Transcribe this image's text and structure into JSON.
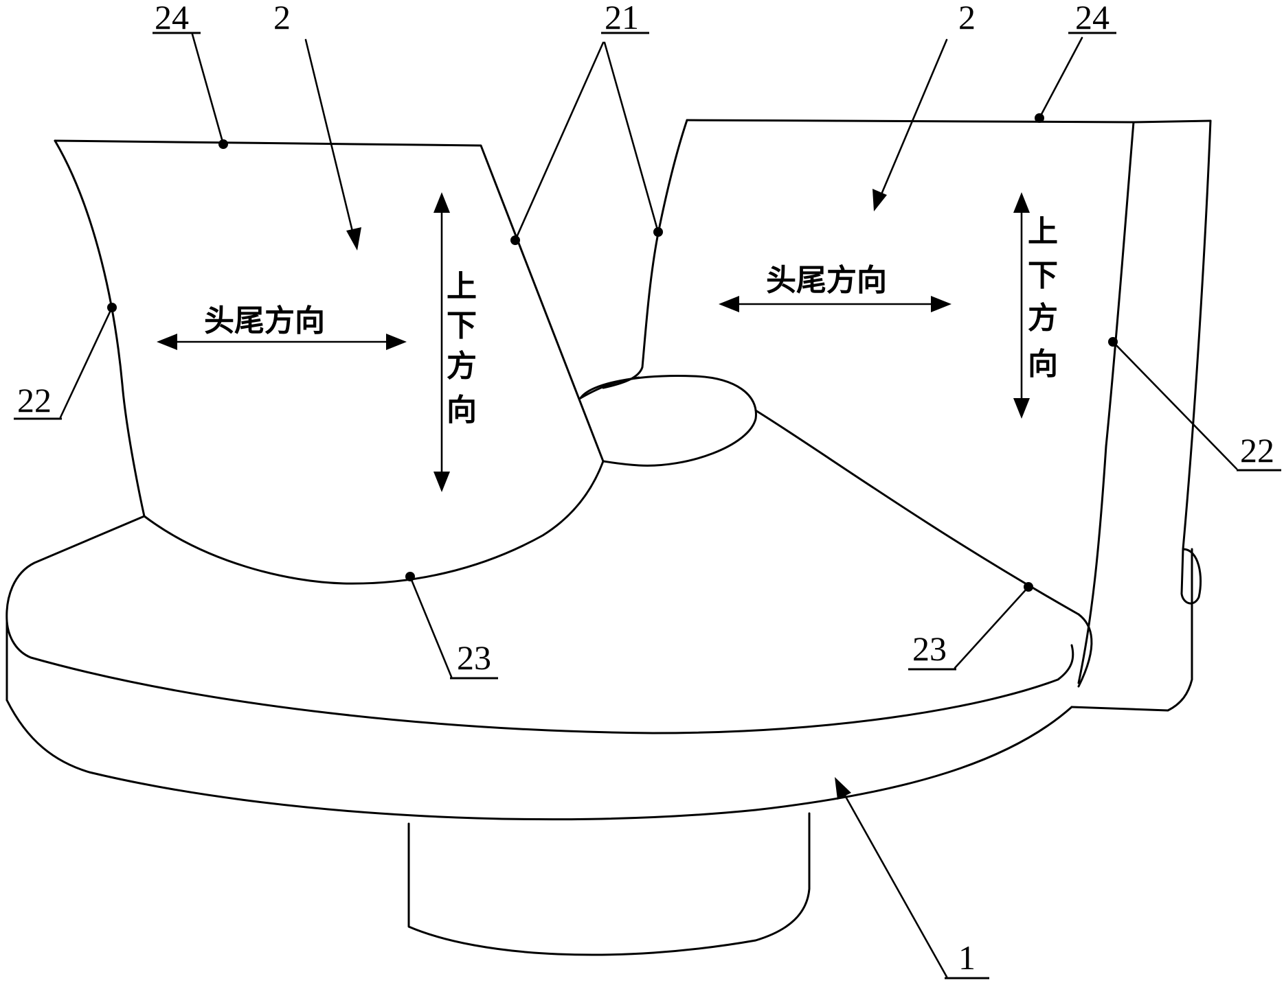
{
  "labels": {
    "label_24_left": "24",
    "label_2_left": "2",
    "label_21": "21",
    "label_2_right": "2",
    "label_24_right": "24",
    "label_22_left": "22",
    "label_22_right": "22",
    "label_23_left": "23",
    "label_23_right": "23",
    "label_1": "1"
  },
  "directions": {
    "head_tail_left": "头尾方向",
    "head_tail_right": "头尾方向",
    "up_down_left": [
      "上",
      "下",
      "方",
      "向"
    ],
    "up_down_right": [
      "上",
      "下",
      "方",
      "向"
    ]
  }
}
